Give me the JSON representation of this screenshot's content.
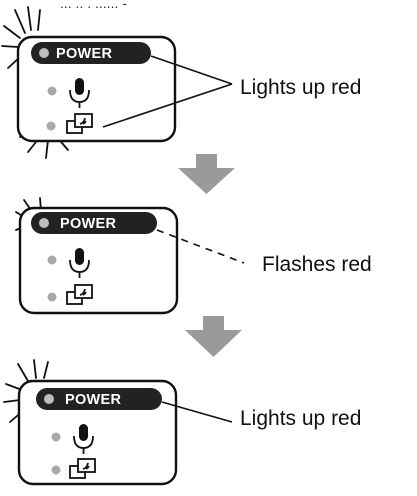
{
  "header": {
    "cropped_text": "... .. . ...... -"
  },
  "panels": [
    {
      "power_label": "POWER",
      "callout": "Lights up red"
    },
    {
      "power_label": "POWER",
      "callout": "Flashes red"
    },
    {
      "power_label": "POWER",
      "callout": "Lights up red"
    }
  ],
  "colors": {
    "arrow": "#9a9a9a",
    "pill": "#222222",
    "led_off": "#a9a9a9"
  },
  "icons": [
    "microphone-icon",
    "screen-cast-icon"
  ]
}
